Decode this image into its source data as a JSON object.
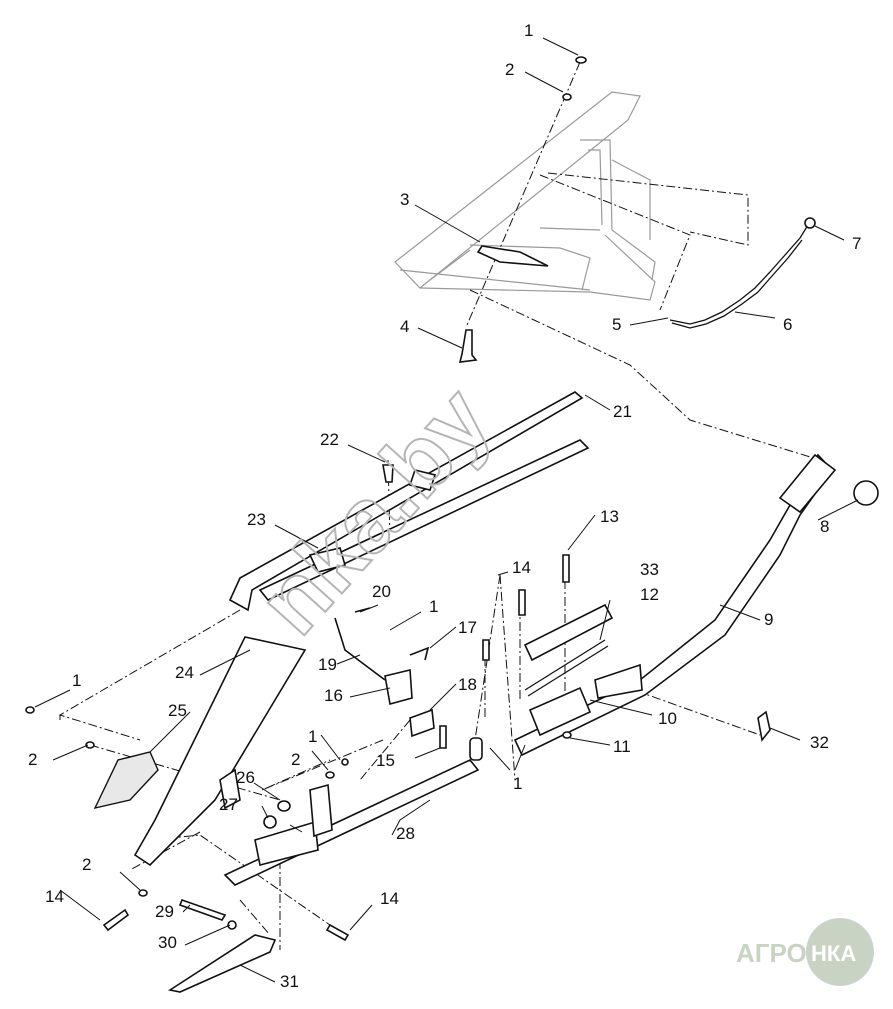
{
  "callouts": [
    "1",
    "2",
    "3",
    "4",
    "5",
    "6",
    "7",
    "8",
    "9",
    "10",
    "11",
    "12",
    "13",
    "14",
    "15",
    "16",
    "17",
    "18",
    "19",
    "20",
    "21",
    "22",
    "23",
    "24",
    "25",
    "26",
    "27",
    "28",
    "29",
    "30",
    "31",
    "32",
    "33"
  ],
  "watermark": {
    "site": "nka.by",
    "logo_left": "АГРО",
    "logo_right": "НКА"
  },
  "colors": {
    "ink": "#111111",
    "frame": "#9a9a9a",
    "watermark": "#b5b5b5",
    "logo_bg": "#c9d3c3",
    "background": "#ffffff"
  }
}
